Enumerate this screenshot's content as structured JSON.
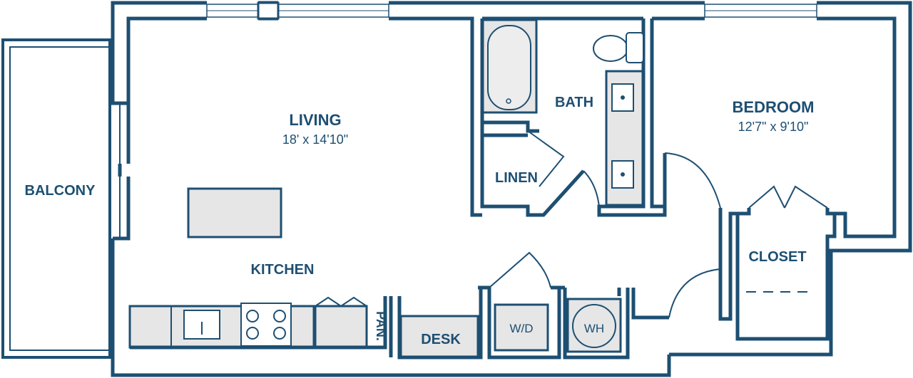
{
  "colors": {
    "wall": "#1d4f72",
    "fixture_fill": "#e6e6e6",
    "background": "#ffffff"
  },
  "rooms": {
    "balcony": {
      "label": "BALCONY"
    },
    "living": {
      "label": "LIVING",
      "dimensions": "18' x 14'10\""
    },
    "kitchen": {
      "label": "KITCHEN"
    },
    "bath": {
      "label": "BATH"
    },
    "linen": {
      "label": "LINEN"
    },
    "bedroom": {
      "label": "BEDROOM",
      "dimensions": "12'7\" x 9'10\""
    },
    "closet": {
      "label": "CLOSET"
    },
    "pantry": {
      "label": "PAN."
    },
    "desk": {
      "label": "DESK"
    },
    "washer_dryer": {
      "label": "W/D"
    },
    "water_heater": {
      "label": "WH"
    }
  }
}
